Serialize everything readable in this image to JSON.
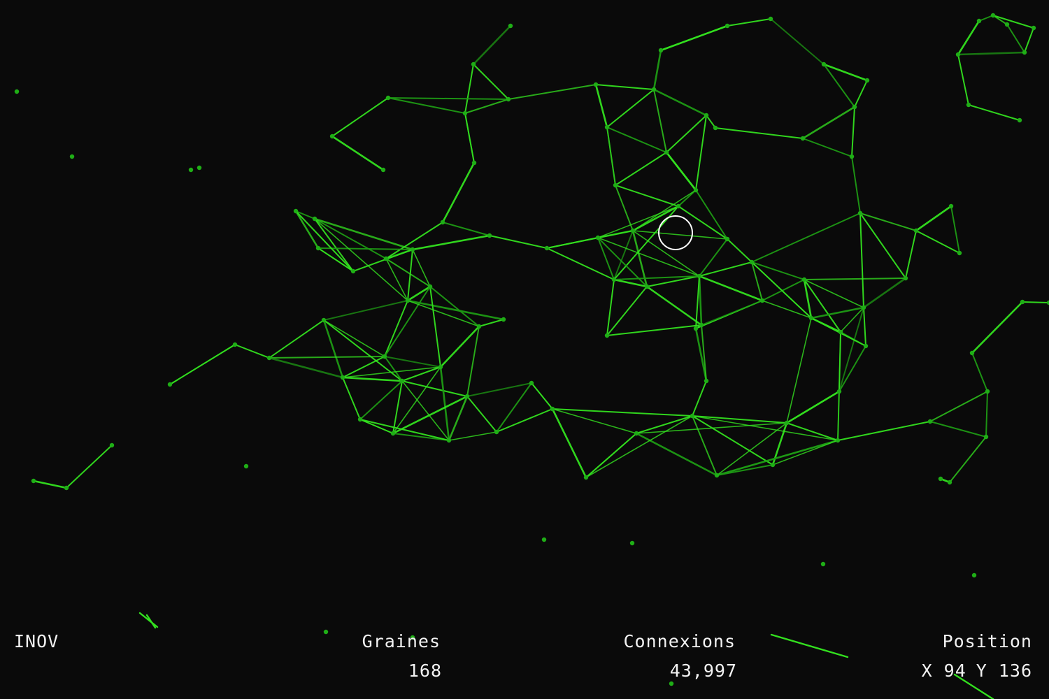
{
  "app": {
    "brand": "INOV"
  },
  "stats": {
    "graines_label": "Graines",
    "graines_value": "168",
    "connexions_label": "Connexions",
    "connexions_value": "43,997",
    "position_label": "Position",
    "position_x_key": "X",
    "position_x_value": "94",
    "position_y_key": "Y",
    "position_y_value": "136"
  },
  "colors": {
    "background": "#0a0a0a",
    "link": "#33e01f",
    "link_dim": "#1e9a14",
    "node": "#1fae16",
    "cursor": "#ffffff",
    "text": "#f2f2f2"
  },
  "icons": {
    "cursor": "circle-cursor-icon"
  }
}
